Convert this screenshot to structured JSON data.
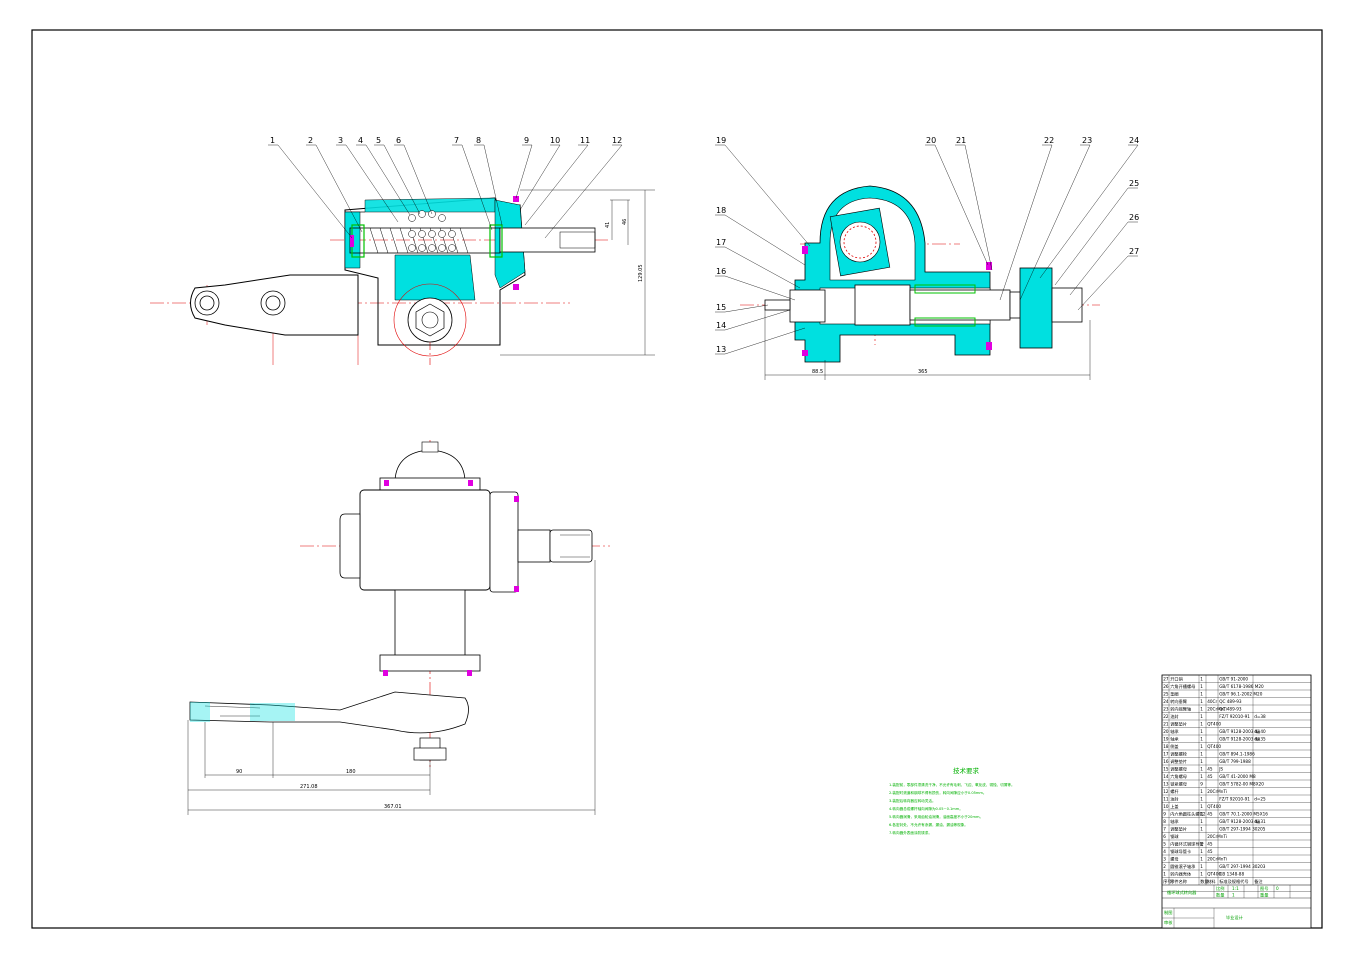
{
  "drawing": {
    "view_left_callouts": [
      "1",
      "2",
      "3",
      "4",
      "5",
      "6",
      "7",
      "8",
      "9",
      "10",
      "11",
      "12"
    ],
    "view_right_callouts": [
      "19",
      "18",
      "17",
      "16",
      "15",
      "14",
      "13",
      "20",
      "21",
      "22",
      "23",
      "24",
      "25",
      "26",
      "27"
    ],
    "dimensions": {
      "d_41": "41",
      "d_46": "46",
      "d_v1": "129.05",
      "d_bottom_right": "365",
      "d_bottom_right_small": "88.5",
      "d_arm_1": "90",
      "d_arm_2": "180",
      "d_arm_3": "271.08",
      "d_arm_4": "367.01"
    }
  },
  "tech_requirements": {
    "title": "技术要求",
    "lines": [
      "1.装配前，零部件须清洗干净，不允许有毛刺、飞边、氧化皮、锈蚀、切屑等。",
      "2.装配时滚道和钢球不得有损伤，转向间隙应小于0.05mm。",
      "3.装配后转向器应转动灵活。",
      "4.转向器总成螺杆轴向间隙为0.05~0.1mm。",
      "5.转向器润滑，采用齿轮油润滑，油面高度不小于20mm。",
      "6.各密封处，不允许有渗漏，漏油，漏油等现象。",
      "7.转向器外表面涂防锈漆。"
    ]
  },
  "bom": {
    "rows": [
      [
        "27",
        "开口销",
        "1",
        "",
        "GB/T 91-2000",
        ""
      ],
      [
        "26",
        "六角开槽螺母",
        "1",
        "",
        "GB/T 6178-1986 M20",
        ""
      ],
      [
        "25",
        "垫圈",
        "1",
        "",
        "GB/T 96.1-2002 M20",
        ""
      ],
      [
        "24",
        "转向垂臂",
        "1",
        "40Cr",
        "QC 489-93",
        ""
      ],
      [
        "23",
        "转向摇臂轴",
        "1",
        "20CrMnTi",
        "QC 489-93",
        ""
      ],
      [
        "22",
        "油封",
        "1",
        "",
        "FZ/T 92010-91",
        "d=38"
      ],
      [
        "21",
        "调整垫片",
        "1",
        "QT400",
        "",
        ""
      ],
      [
        "20",
        "轴承",
        "1",
        "",
        "GB/T 9128-2003 I级",
        "d=40"
      ],
      [
        "19",
        "轴承",
        "1",
        "",
        "GB/T 9128-2003 I级",
        "d=35"
      ],
      [
        "18",
        "侧盖",
        "1",
        "QT400",
        "",
        ""
      ],
      [
        "17",
        "调整螺栓",
        "1",
        "",
        "GB/T 894.1-1986",
        ""
      ],
      [
        "16",
        "调整垫片",
        "1",
        "",
        "GB/T 799-1988",
        ""
      ],
      [
        "15",
        "调整螺母",
        "1",
        "45",
        "JS",
        ""
      ],
      [
        "14",
        "六角螺母",
        "1",
        "45",
        "GB/T 41-2000 M8",
        ""
      ],
      [
        "13",
        "锁紧螺母",
        "9",
        "",
        "GB/T 5782-00 M8X20",
        ""
      ],
      [
        "12",
        "螺杆",
        "1",
        "20CrMnTi",
        "",
        ""
      ],
      [
        "11",
        "油封",
        "1",
        "",
        "FZ/T 92010-91",
        "d=25"
      ],
      [
        "10",
        "上盖",
        "1",
        "QT400",
        "",
        ""
      ],
      [
        "9",
        "内六角圆柱头螺钉",
        "12",
        "45",
        "GB/T 70.1-2000 M5X16",
        ""
      ],
      [
        "8",
        "轴承",
        "1",
        "",
        "GB/T 9128-2003 I级",
        "d=31"
      ],
      [
        "7",
        "调整垫片",
        "1",
        "",
        "GB/T 297-1994 30205",
        ""
      ],
      [
        "6",
        "钢球",
        "",
        "20CrMnTi",
        "",
        ""
      ],
      [
        "5",
        "内循环式钢球导管",
        "2",
        "45",
        "",
        ""
      ],
      [
        "4",
        "钢球导管卡",
        "1",
        "45",
        "",
        ""
      ],
      [
        "3",
        "螺母",
        "1",
        "20CrMnTi",
        "",
        ""
      ],
      [
        "2",
        "圆锥滚子轴承",
        "1",
        "",
        "GB/T 297-1994 30203",
        ""
      ],
      [
        "1",
        "转向器壳体",
        "1",
        "QT400",
        "GB 1348-88",
        ""
      ]
    ],
    "header": [
      "序号",
      "零件名称",
      "数量",
      "材料",
      "标准及规格代号",
      "备注"
    ],
    "title_block": {
      "name": "循环球式转向器",
      "scale_label": "比例",
      "scale_value": "1:1",
      "sheet_label": "图号",
      "sheet_value": "0",
      "qty_label": "数量",
      "qty_value": "1",
      "weight_label": "重量",
      "drawn_label": "制图",
      "checked_label": "审核",
      "school": "毕业设计"
    }
  },
  "colors": {
    "cyan": "#00e0e0",
    "red": "#e00000",
    "green": "#00c000",
    "magenta": "#e000e0",
    "black": "#000000"
  }
}
